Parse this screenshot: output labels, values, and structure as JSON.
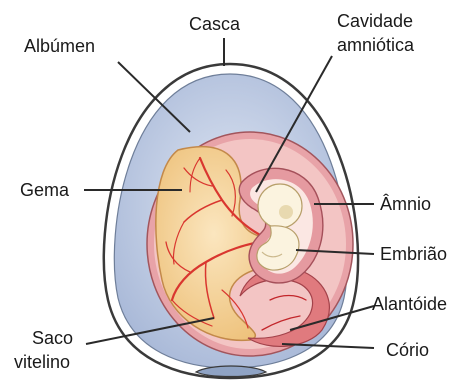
{
  "labels": {
    "casca": "Casca",
    "albumen": "Albúmen",
    "cavidade_line1": "Cavidade",
    "cavidade_line2": "amniótica",
    "gema": "Gema",
    "amnio": "Âmnio",
    "embriao": "Embrião",
    "alantoide": "Alantóide",
    "saco_line1": "Saco",
    "saco_line2": "vitelino",
    "corio": "Cório"
  },
  "colors": {
    "shell_outline": "#3a3a3a",
    "albumen": "#bcc9e2",
    "chorion": "#e8a3a8",
    "yolk": "#f6d8a0",
    "allantois": "#e07a7e",
    "vessels": "#d9362f",
    "embryo": "#fbf3df",
    "leader": "#2a2a2a"
  }
}
